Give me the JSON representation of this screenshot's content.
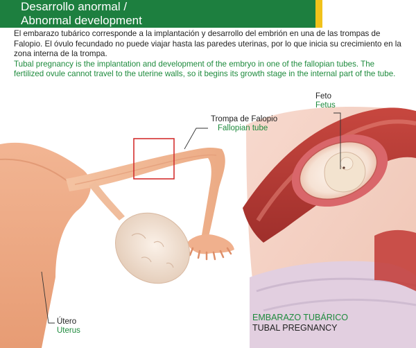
{
  "header": {
    "title_es": "Desarrollo anormal /",
    "title_en": "Abnormal development"
  },
  "intro": {
    "es": "El embarazo tubárico corresponde a la implantación y desarrollo del embrión en una de las trompas de Falopio. El óvulo fecundado no puede viajar hasta las paredes uterinas, por lo que inicia su crecimiento en la zona interna de la trompa.",
    "en": "Tubal pregnancy is the implantation and development of the embryo in one of the fallopian tubes. The fertilized ovule cannot travel to the uterine walls, so it begins its growth stage in the internal part of the tube."
  },
  "labels": {
    "fetus": {
      "es": "Feto",
      "en": "Fetus"
    },
    "tube": {
      "es": "Trompa de Falopio",
      "en": "Fallopian tube"
    },
    "uterus": {
      "es": "Útero",
      "en": "Uterus"
    }
  },
  "caption": {
    "es": "EMBARAZO TUBÁRICO",
    "en": "TUBAL PREGNANCY"
  },
  "colors": {
    "header_bg": "#1d7f3f",
    "header_accent": "#f1c21b",
    "english_text": "#1d8a3c",
    "highlight_box": "#d32f2f"
  }
}
